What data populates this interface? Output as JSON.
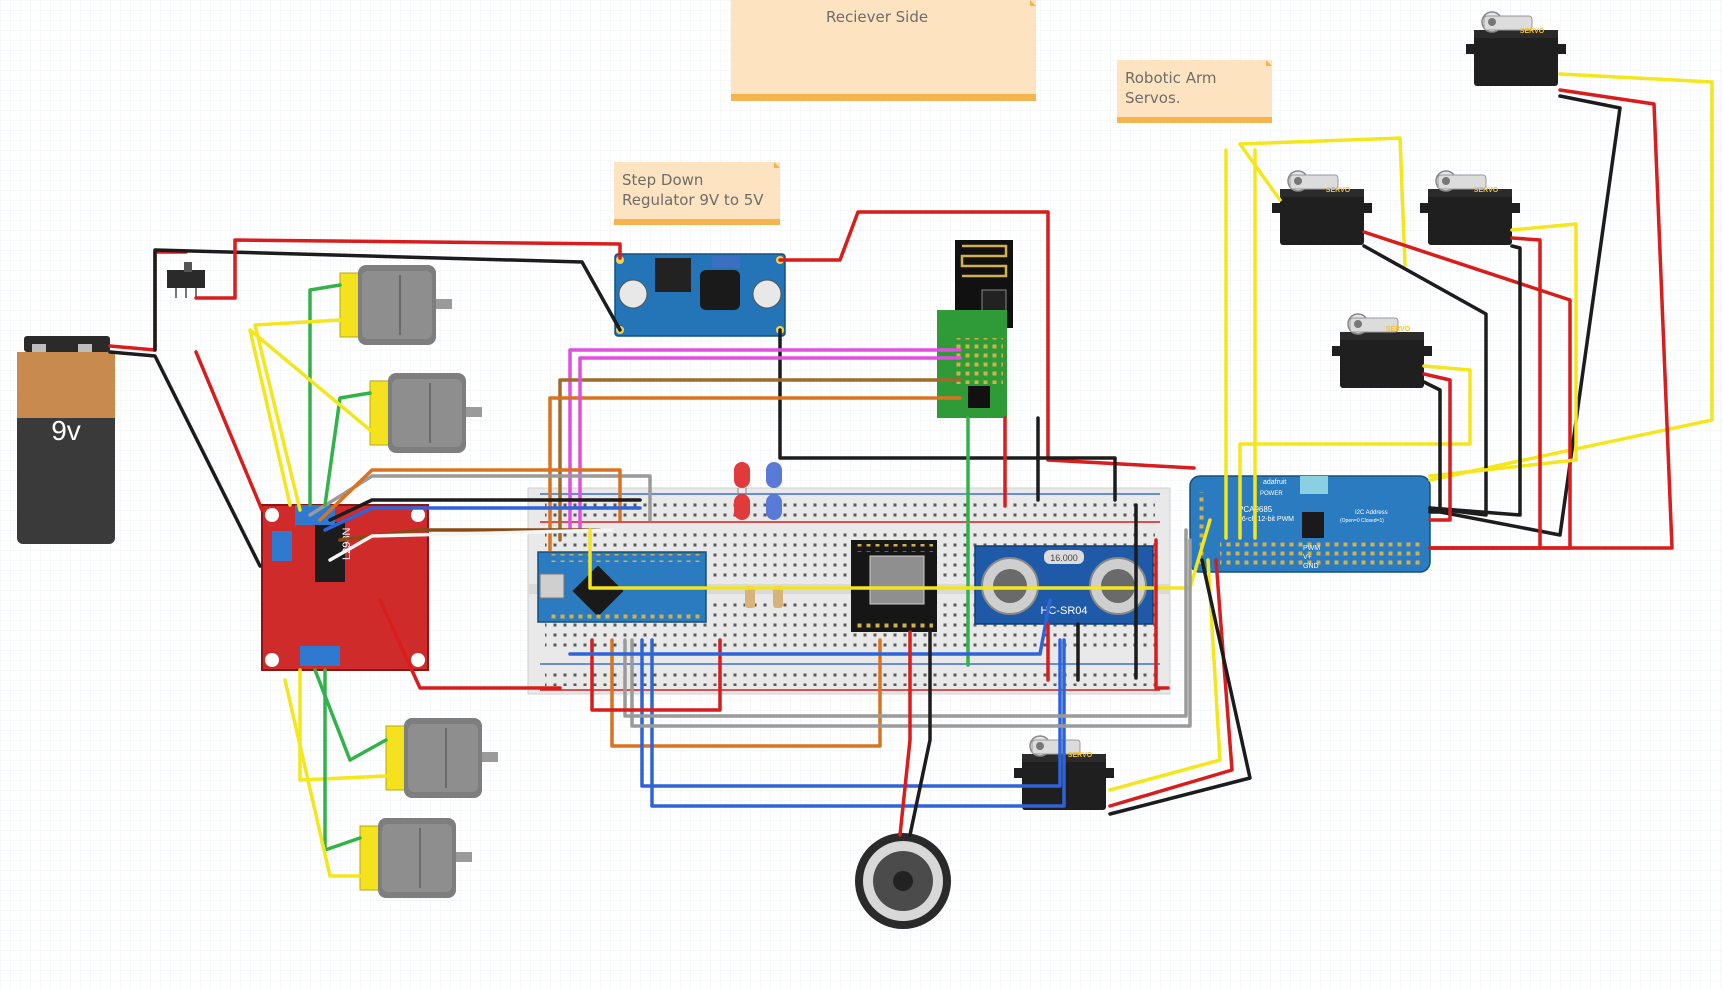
{
  "notes": {
    "receiver": "Reciever Side",
    "robotic_arm_line1": "Robotic Arm",
    "robotic_arm_line2": "Servos.",
    "step_down_line1": "Step Down",
    "step_down_line2": "Regulator 9V to 5V"
  },
  "battery": {
    "label": "9v"
  },
  "servos": {
    "label": "SERVO"
  },
  "ultrasonic": {
    "label": "HC-SR04",
    "crystal": "16.000"
  },
  "motor_driver": {
    "label": "L298N"
  },
  "pwm_board": {
    "brand": "adafruit",
    "title": "PCA9685",
    "subtitle": "16-ch 12-bit PWM",
    "power": "POWER",
    "i2c": "I2C Address",
    "i2c_sub": "(Open=0 Closed=1)",
    "pwm": "PWM",
    "v_plus": "V+",
    "gnd": "GND"
  },
  "colors": {
    "red": "#d91c1c",
    "black": "#1c1c1c",
    "yellow": "#f3e61b",
    "green": "#32b34a",
    "blue": "#2e64d8",
    "orange": "#d9731f",
    "magenta": "#e04fe0",
    "brown": "#8a4a16",
    "gray": "#9a9a9a",
    "note_fill": "#fde3bf",
    "note_border": "#f6b44e"
  }
}
